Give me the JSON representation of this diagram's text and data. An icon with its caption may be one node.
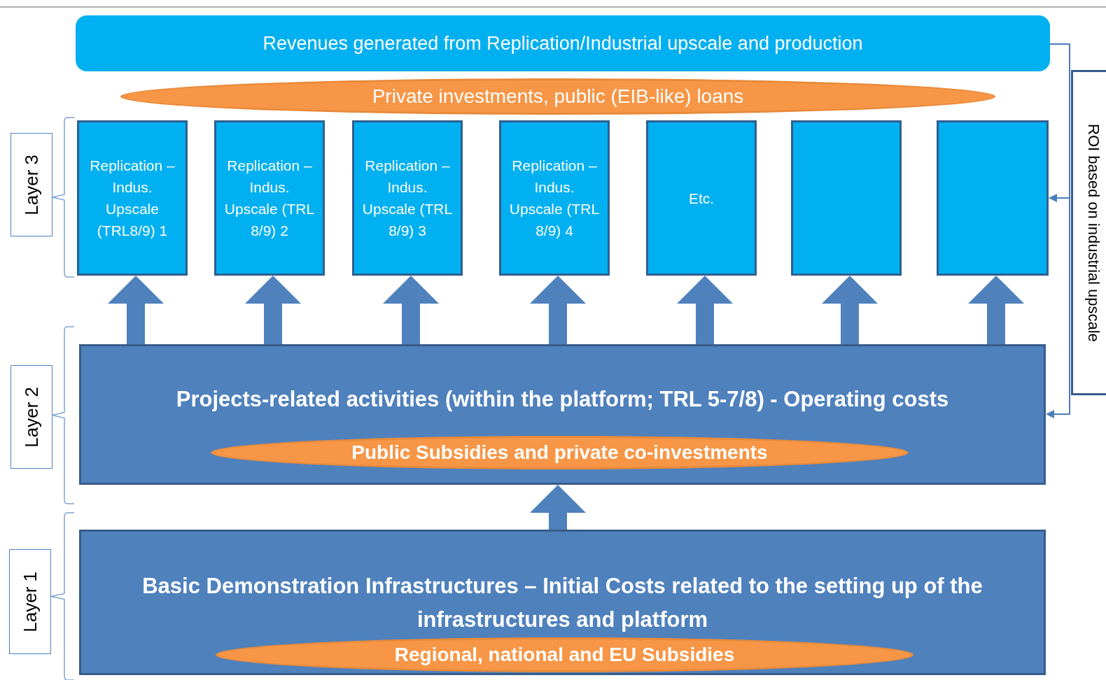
{
  "diagram": {
    "nodes": [
      {
        "text": [
          "Revenues generated from Replication/Industrial upscale and production"
        ]
      },
      {
        "text": [
          "Replication – Indus. Upscale (TRL8/9) 1"
        ]
      },
      {
        "text": [
          "Replication – Indus. Upscale (TRL 8/9) 2"
        ]
      },
      {
        "text": [
          "Replication – Indus. Upscale (TRL 8/9) 3"
        ]
      },
      {
        "text": [
          "Replication – Indus. Upscale (TRL 8/9) 4"
        ]
      },
      {
        "text": [
          "Etc."
        ]
      },
      {
        "text": [],
        "shape": "box"
      },
      {
        "text": [],
        "shape": "box"
      },
      {
        "text": [
          "Private investments, public (EIB-like) loans"
        ]
      },
      {
        "text": [
          "Projects-related activities (within the platform; TRL 5-7/8) - Operating costs"
        ]
      },
      {
        "text": [
          "Public Subsidies and private co-investments"
        ],
        "in": 9
      },
      {
        "text": [
          "Basic Demonstration Infrastructures – Initial Costs related to the setting up of the infrastructures and platform"
        ]
      },
      {
        "text": [
          "Regional, national and EU Subsidies"
        ],
        "in": 11
      },
      {
        "text": [
          "Layer 3"
        ]
      },
      {
        "text": [
          "Layer 2"
        ]
      },
      {
        "text": [
          "Layer 1"
        ]
      },
      {
        "text": [
          "ROI based on industrial upscale"
        ]
      }
    ],
    "edges": [
      {
        "from": 9,
        "to": 1,
        "arrow": "to"
      },
      {
        "from": 9,
        "to": 2,
        "arrow": "to"
      },
      {
        "from": 9,
        "to": 3,
        "arrow": "to"
      },
      {
        "from": 9,
        "to": 4,
        "arrow": "to"
      },
      {
        "from": 9,
        "to": 5,
        "arrow": "to"
      },
      {
        "from": 9,
        "to": 6,
        "arrow": "to"
      },
      {
        "from": 9,
        "to": 7,
        "arrow": "to"
      },
      {
        "from": 11,
        "to": 9,
        "arrow": "to"
      },
      {
        "from": 0,
        "to": 7,
        "arrow": "to"
      },
      {
        "from": 0,
        "to": 9,
        "arrow": "to"
      }
    ]
  }
}
